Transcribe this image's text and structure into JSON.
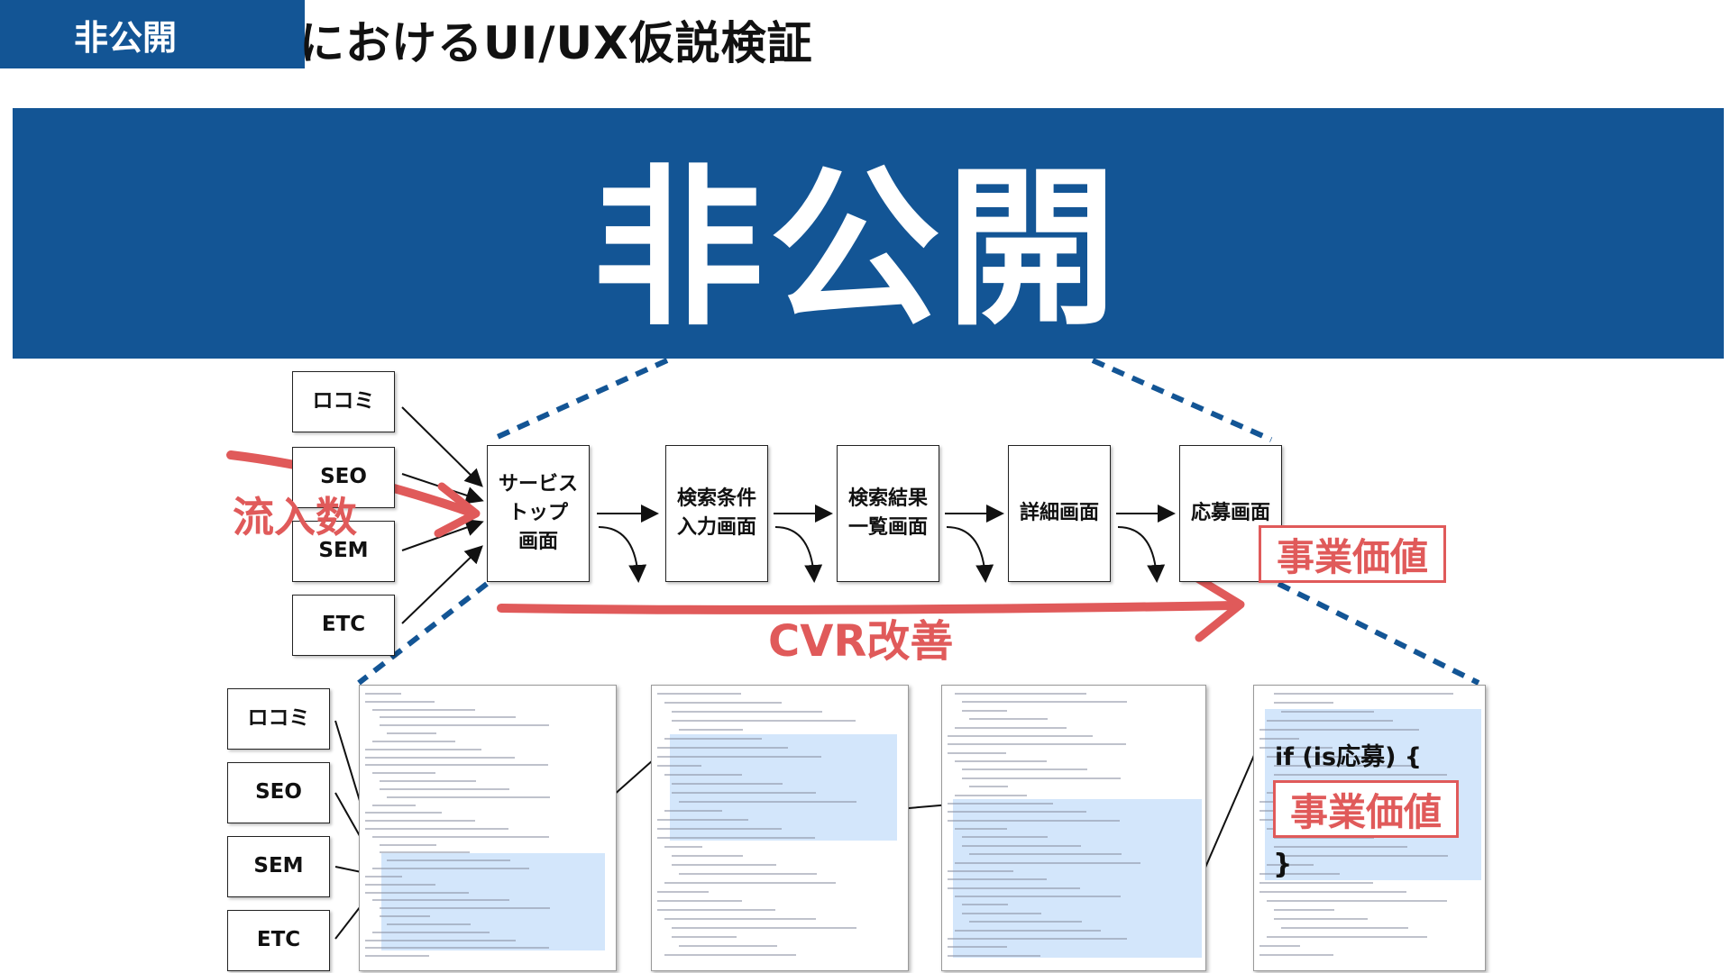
{
  "header": {
    "tag_label": "非公開",
    "title": "におけるUI/UX仮説検証"
  },
  "banner": {
    "label": "非公開"
  },
  "upper_flow": {
    "sources": [
      "ロコミ",
      "SEO",
      "SEM",
      "ETC"
    ],
    "steps": [
      "サービス\nトップ\n画面",
      "検索条件\n入力画面",
      "検索結果\n一覧画面",
      "詳細画面",
      "応募画面"
    ],
    "inflow_label": "流入数",
    "cvr_label": "CVR改善",
    "value_label": "事業価値"
  },
  "lower_flow": {
    "sources": [
      "ロコミ",
      "SEO",
      "SEM",
      "ETC"
    ],
    "code_snippet": "if (is応募) {",
    "code_close": "}",
    "value_label": "事業価値"
  },
  "colors": {
    "brand_blue": "#135595",
    "accent_red": "#e05a5a",
    "code_highlight": "#d3e6fb"
  }
}
